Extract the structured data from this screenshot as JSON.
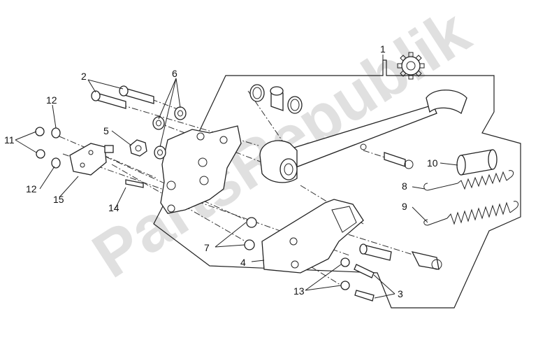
{
  "watermark": {
    "text": "PartsRepublik"
  },
  "callouts": {
    "c1": "1",
    "c2": "2",
    "c3": "3",
    "c4": "4",
    "c5": "5",
    "c6": "6",
    "c7": "7",
    "c8": "8",
    "c9": "9",
    "c10": "10",
    "c11": "11",
    "c12a": "12",
    "c12b": "12",
    "c13": "13",
    "c14": "14",
    "c15": "15"
  },
  "icons": {
    "gear": "gear-icon"
  }
}
